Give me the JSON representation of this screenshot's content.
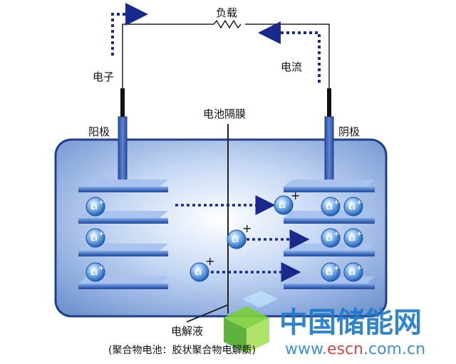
{
  "labels": {
    "load": "负载",
    "electron": "电子",
    "current": "电流",
    "anode": "阳极",
    "cathode": "阴极",
    "separator": "电池隔膜",
    "electrolyte": "电解液",
    "caption": "(聚合物电池：胶状聚合物电解质)"
  },
  "ion": {
    "symbol": "Li",
    "charge": "+"
  },
  "watermark": {
    "name": "中国储能网",
    "url_prefix": "www.",
    "url_brand": "escn",
    "url_suffix": ".com.cn"
  },
  "colors": {
    "cell_edge": "#1f3f8a",
    "cell_fill_light": "#e8f0ff",
    "cell_fill_dark": "#7f9fd6",
    "plate": "#3c6fc0",
    "arrow": "#1a2a8c",
    "ion": "#3a7fd0"
  }
}
